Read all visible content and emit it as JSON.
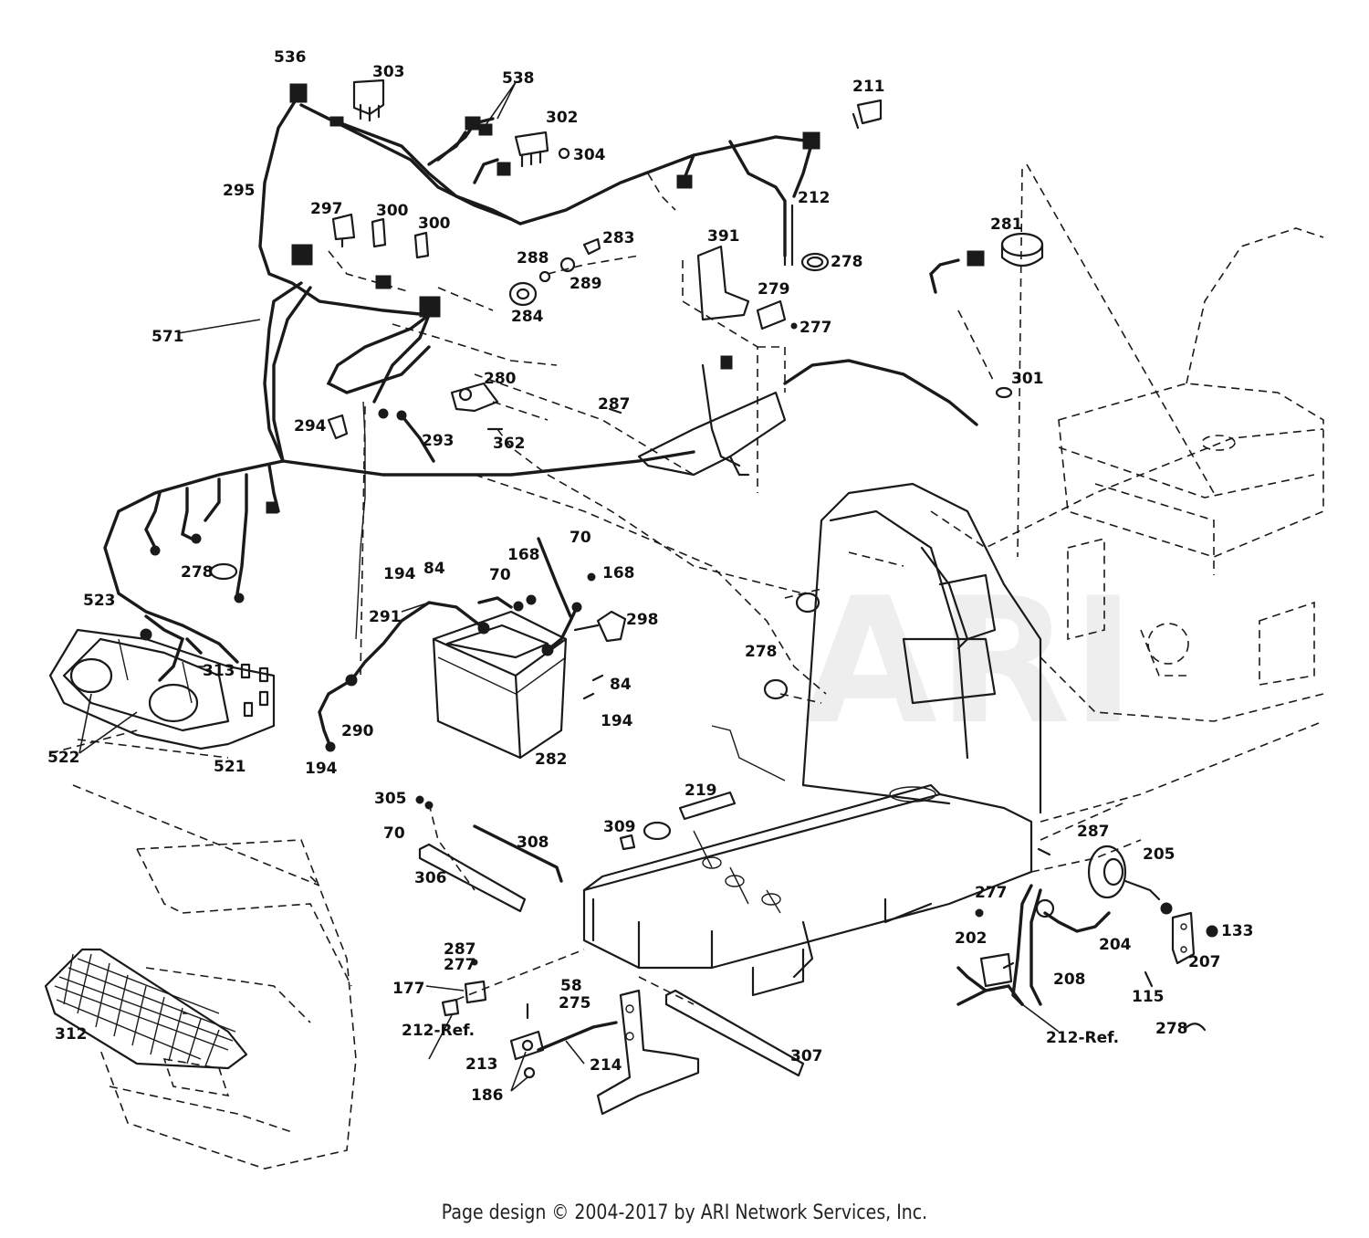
{
  "footer": {
    "copyright": "Page design © 2004-2017 by ARI Network Services, Inc."
  },
  "watermark": "ARI",
  "part_labels": [
    "536",
    "303",
    "538",
    "302",
    "304",
    "211",
    "295",
    "297",
    "300",
    "300",
    "212",
    "283",
    "288",
    "289",
    "284",
    "278",
    "391",
    "279",
    "277",
    "281",
    "571",
    "280",
    "287",
    "301",
    "294",
    "293",
    "362",
    "70",
    "168",
    "168",
    "194",
    "84",
    "70",
    "298",
    "278",
    "291",
    "523",
    "313",
    "84",
    "194",
    "290",
    "194",
    "522",
    "521",
    "282",
    "278",
    "219",
    "305",
    "70",
    "287",
    "205",
    "309",
    "308",
    "306",
    "277",
    "202",
    "133",
    "204",
    "207",
    "208",
    "287",
    "277",
    "58",
    "275",
    "177",
    "115",
    "212-Ref.",
    "212-Ref.",
    "278",
    "312",
    "213",
    "214",
    "186",
    "307"
  ],
  "icons": [
    "wiring-harness",
    "headlight-assembly",
    "battery",
    "seat",
    "frame",
    "hood-grille",
    "horn",
    "switch",
    "relay",
    "cable"
  ]
}
